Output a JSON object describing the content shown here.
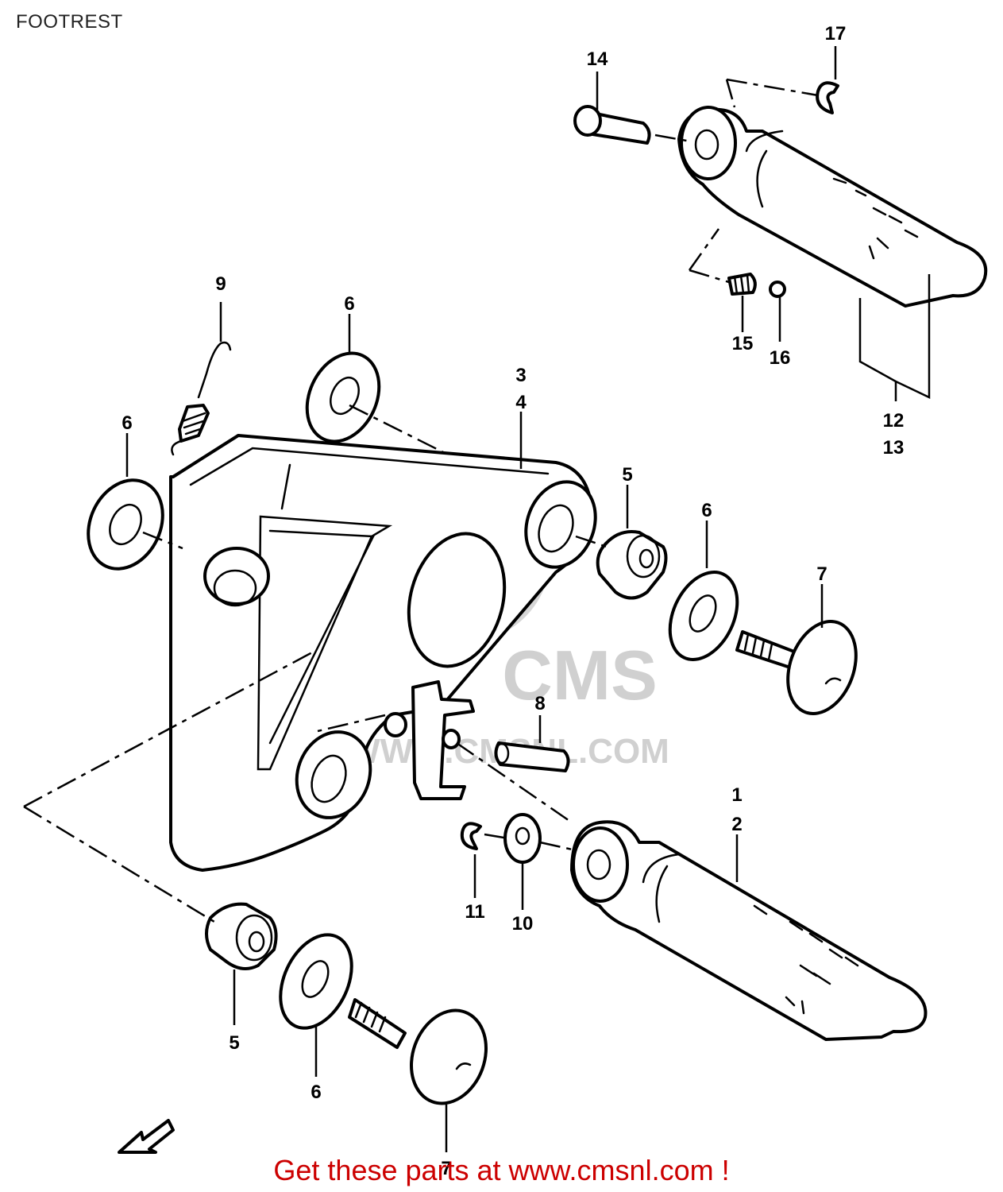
{
  "title": "FOOTREST",
  "footer_text": "Get these parts at www.cmsnl.com !",
  "watermark": {
    "brand": "CMS",
    "site": "WWW.CMSNL.COM"
  },
  "callouts": [
    "1",
    "2",
    "3",
    "4",
    "5",
    "5",
    "6",
    "6",
    "6",
    "6",
    "6",
    "7",
    "7",
    "8",
    "9",
    "10",
    "11",
    "12",
    "13",
    "14",
    "15",
    "16",
    "17"
  ],
  "colors": {
    "footer": "#cc0000",
    "line": "#000000",
    "watermark": "#d0d0d0"
  },
  "icons": [
    "front-direction-arrow-icon"
  ]
}
